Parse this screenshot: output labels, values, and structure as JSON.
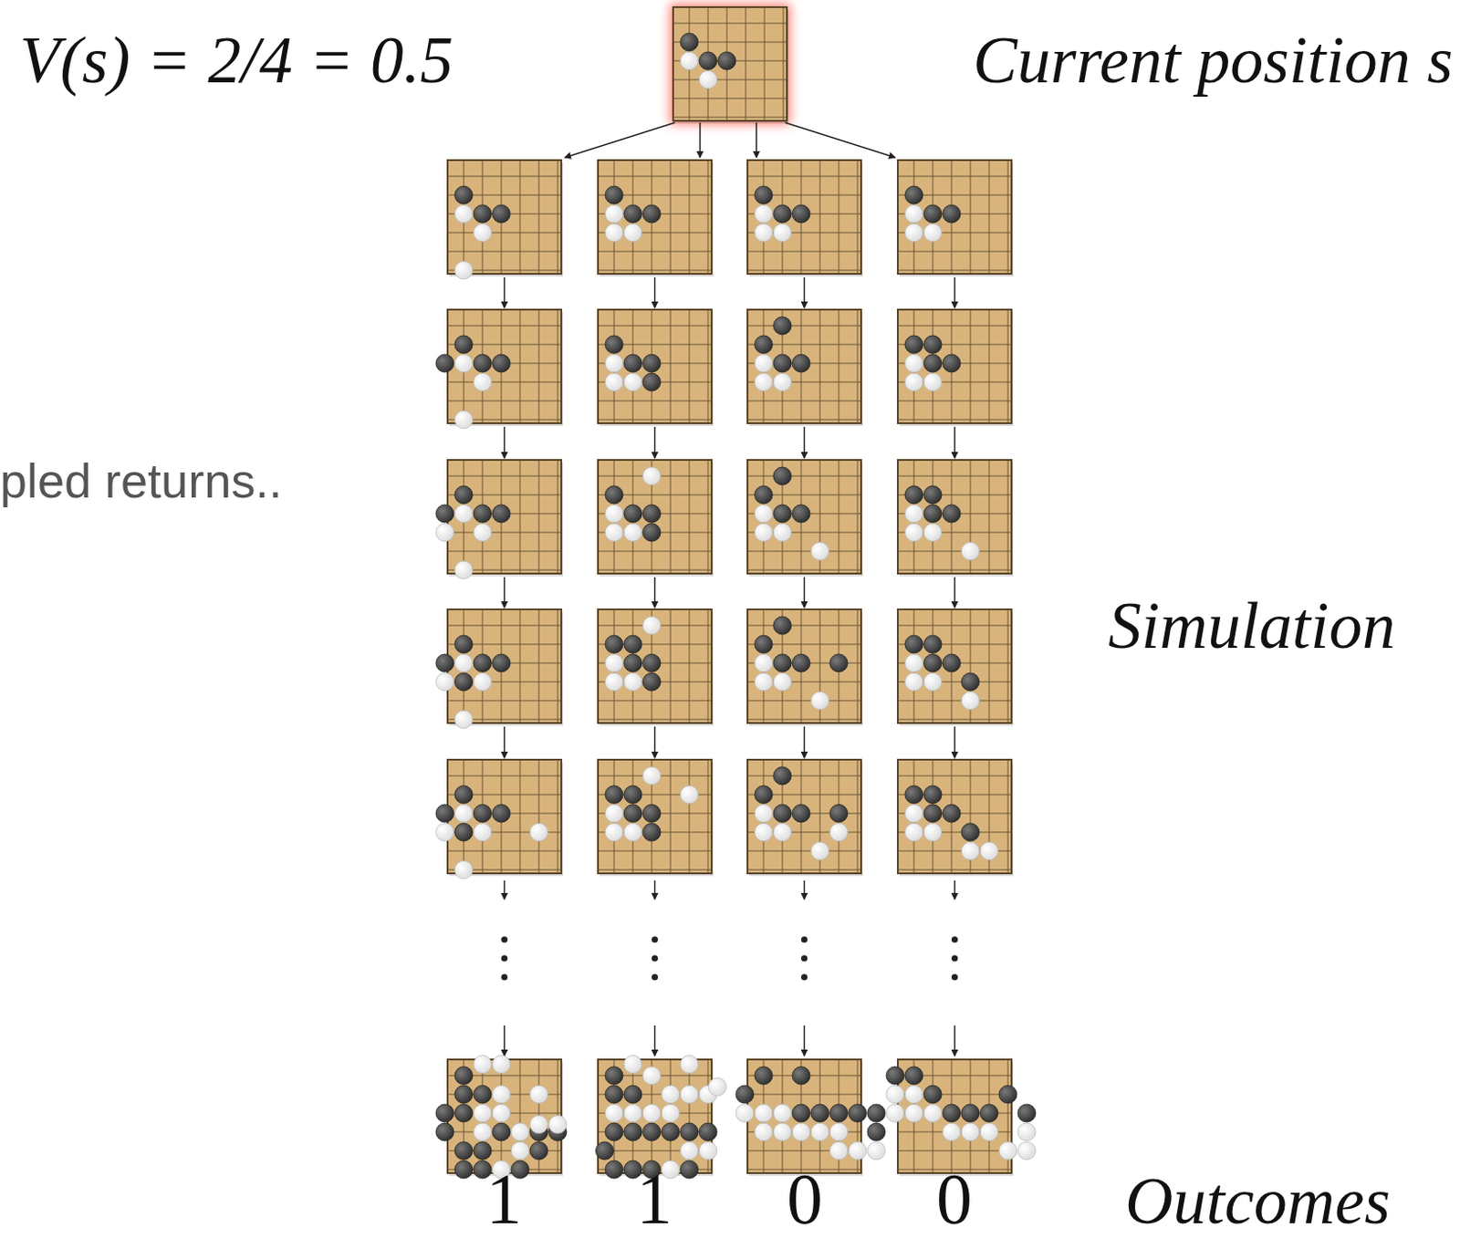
{
  "diagram": {
    "labels": [
      "V(s) = 2/4 = 0.5",
      "Current position s",
      "pled returns..",
      "Simulation",
      "1",
      "1",
      "0",
      "0",
      "Outcomes"
    ]
  }
}
